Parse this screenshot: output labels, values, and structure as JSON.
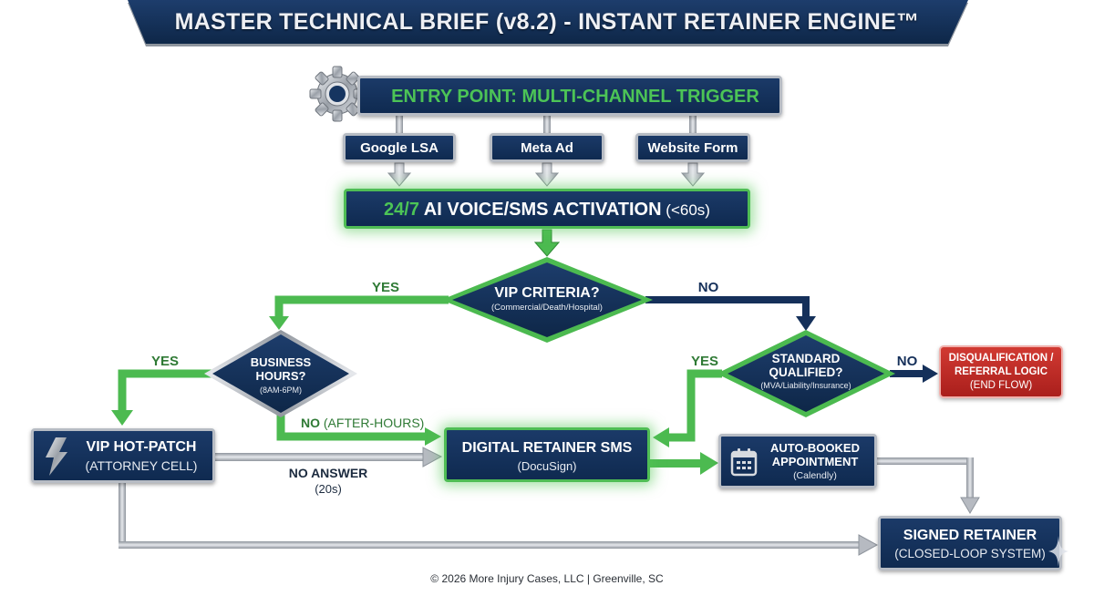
{
  "title": "MASTER TECHNICAL BRIEF (v8.2) - INSTANT RETAINER ENGINE™",
  "colors": {
    "navy": "#12305a",
    "green": "#4cba50",
    "silver": "#b7bcc4",
    "red": "#c62f28",
    "label_green": "#2f7a35"
  },
  "entry": {
    "icon": "gear-icon",
    "label": "ENTRY POINT: MULTI-CHANNEL TRIGGER"
  },
  "channels": [
    "Google LSA",
    "Meta Ad",
    "Website Form"
  ],
  "activation": {
    "highlight": "24/7",
    "label": " AI VOICE/SMS ACTIVATION",
    "suffix": " (<60s)"
  },
  "vip_decision": {
    "title": "VIP CRITERIA?",
    "subtitle": "(Commercial/Death/Hospital)",
    "yes_label": "YES",
    "no_label": "NO"
  },
  "business_hours": {
    "line1": "BUSINESS",
    "line2": "HOURS?",
    "subtitle": "(8AM-6PM)",
    "yes_label": "YES",
    "no_label": "NO",
    "no_suffix": " (AFTER-HOURS)"
  },
  "standard_decision": {
    "line1": "STANDARD",
    "line2": "QUALIFIED?",
    "subtitle": "(MVA/Liability/Insurance)",
    "yes_label": "YES",
    "no_label": "NO"
  },
  "disqualification": {
    "line1": "DISQUALIFICATION /",
    "line2": "REFERRAL LOGIC",
    "line3": "(END FLOW)"
  },
  "vip_hotpatch": {
    "icon": "lightning-icon",
    "title": "VIP HOT-PATCH",
    "subtitle": "(ATTORNEY CELL)"
  },
  "no_answer": {
    "label": "NO ANSWER",
    "sub": "(20s)"
  },
  "digital_retainer": {
    "title": "DIGITAL RETAINER SMS",
    "subtitle": "(DocuSign)"
  },
  "auto_booked": {
    "icon": "calendar-icon",
    "line1": "AUTO-BOOKED",
    "line2": "APPOINTMENT",
    "subtitle": "(Calendly)"
  },
  "signed_retainer": {
    "title": "SIGNED RETAINER",
    "subtitle": "(CLOSED-LOOP SYSTEM)"
  },
  "footer": "© 2026 More Injury Cases, LLC | Greenville, SC"
}
